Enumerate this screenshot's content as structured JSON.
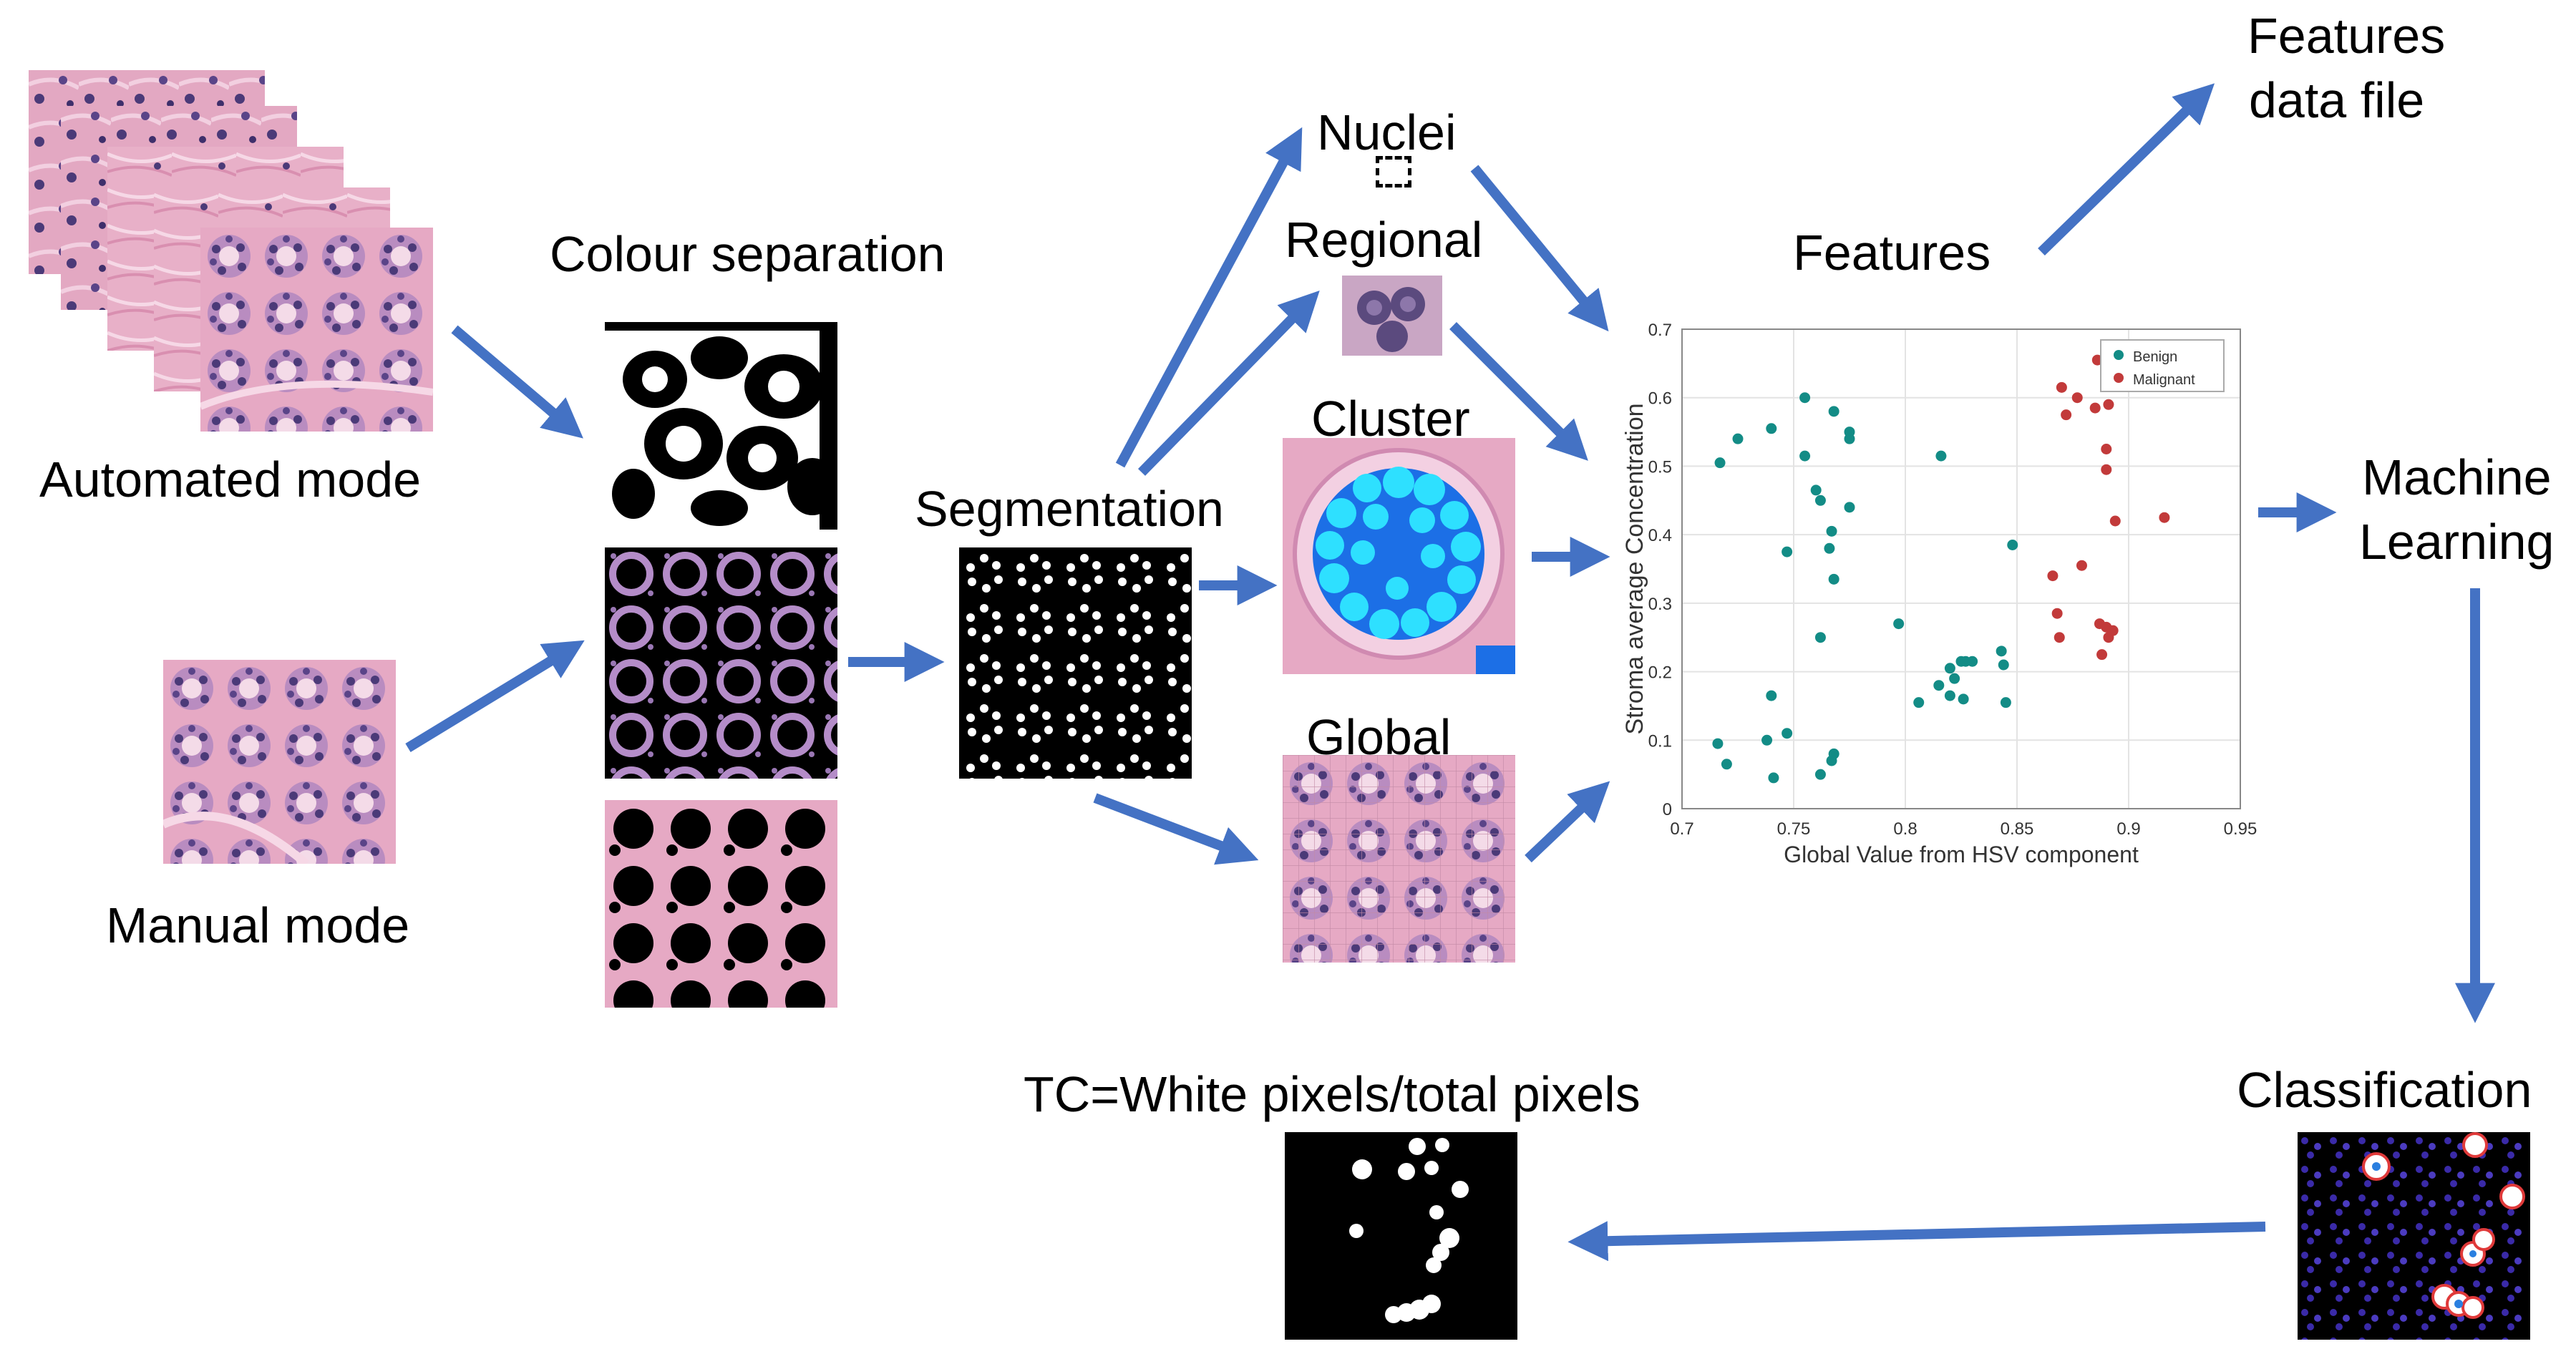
{
  "labels": {
    "automated_mode": "Automated mode",
    "manual_mode": "Manual mode",
    "colour_separation": "Colour separation",
    "segmentation": "Segmentation",
    "nuclei": "Nuclei",
    "regional": "Regional",
    "cluster": "Cluster",
    "global": "Global",
    "features": "Features",
    "features_data_file_line1": "Features",
    "features_data_file_line2": "data file",
    "machine_line1": "Machine",
    "machine_line2": "Learning",
    "classification": "Classification",
    "tc_formula": "TC=White pixels/total pixels"
  },
  "colors": {
    "arrow": "#4472c4",
    "benign": "#138c86",
    "malignant": "#c23a3a",
    "he_pink": "#e9a3bf",
    "he_purple": "#6d4b8f",
    "cluster_cyan": "#2ee0ff",
    "cluster_blue": "#1c6fe6"
  },
  "chart_data": {
    "type": "scatter",
    "xlabel": "Global Value from HSV component",
    "ylabel": "Stroma average Concentration",
    "xlim": [
      0.7,
      0.95
    ],
    "ylim": [
      0,
      0.7
    ],
    "xticks": [
      "0.7",
      "0.75",
      "0.8",
      "0.85",
      "0.9",
      "0.95"
    ],
    "yticks": [
      "0",
      "0.1",
      "0.2",
      "0.3",
      "0.4",
      "0.5",
      "0.6",
      "0.7"
    ],
    "grid": true,
    "legend": "top-right",
    "series": [
      {
        "name": "Benign",
        "points": [
          [
            0.717,
            0.505
          ],
          [
            0.725,
            0.54
          ],
          [
            0.74,
            0.555
          ],
          [
            0.755,
            0.6
          ],
          [
            0.768,
            0.58
          ],
          [
            0.775,
            0.55
          ],
          [
            0.775,
            0.54
          ],
          [
            0.755,
            0.515
          ],
          [
            0.76,
            0.465
          ],
          [
            0.762,
            0.45
          ],
          [
            0.775,
            0.44
          ],
          [
            0.747,
            0.375
          ],
          [
            0.767,
            0.405
          ],
          [
            0.766,
            0.38
          ],
          [
            0.768,
            0.335
          ],
          [
            0.762,
            0.25
          ],
          [
            0.716,
            0.095
          ],
          [
            0.72,
            0.065
          ],
          [
            0.738,
            0.1
          ],
          [
            0.74,
            0.165
          ],
          [
            0.741,
            0.045
          ],
          [
            0.747,
            0.11
          ],
          [
            0.762,
            0.05
          ],
          [
            0.767,
            0.07
          ],
          [
            0.768,
            0.08
          ],
          [
            0.816,
            0.515
          ],
          [
            0.848,
            0.385
          ],
          [
            0.797,
            0.27
          ],
          [
            0.806,
            0.155
          ],
          [
            0.815,
            0.18
          ],
          [
            0.82,
            0.165
          ],
          [
            0.822,
            0.19
          ],
          [
            0.82,
            0.205
          ],
          [
            0.825,
            0.215
          ],
          [
            0.827,
            0.215
          ],
          [
            0.83,
            0.215
          ],
          [
            0.826,
            0.16
          ],
          [
            0.843,
            0.23
          ],
          [
            0.844,
            0.21
          ],
          [
            0.845,
            0.155
          ]
        ]
      },
      {
        "name": "Malignant",
        "points": [
          [
            0.87,
            0.615
          ],
          [
            0.872,
            0.575
          ],
          [
            0.877,
            0.6
          ],
          [
            0.886,
            0.655
          ],
          [
            0.885,
            0.585
          ],
          [
            0.891,
            0.59
          ],
          [
            0.89,
            0.525
          ],
          [
            0.89,
            0.495
          ],
          [
            0.894,
            0.42
          ],
          [
            0.916,
            0.425
          ],
          [
            0.866,
            0.34
          ],
          [
            0.879,
            0.355
          ],
          [
            0.868,
            0.285
          ],
          [
            0.869,
            0.25
          ],
          [
            0.887,
            0.27
          ],
          [
            0.89,
            0.265
          ],
          [
            0.891,
            0.25
          ],
          [
            0.893,
            0.26
          ],
          [
            0.888,
            0.225
          ]
        ]
      }
    ]
  }
}
